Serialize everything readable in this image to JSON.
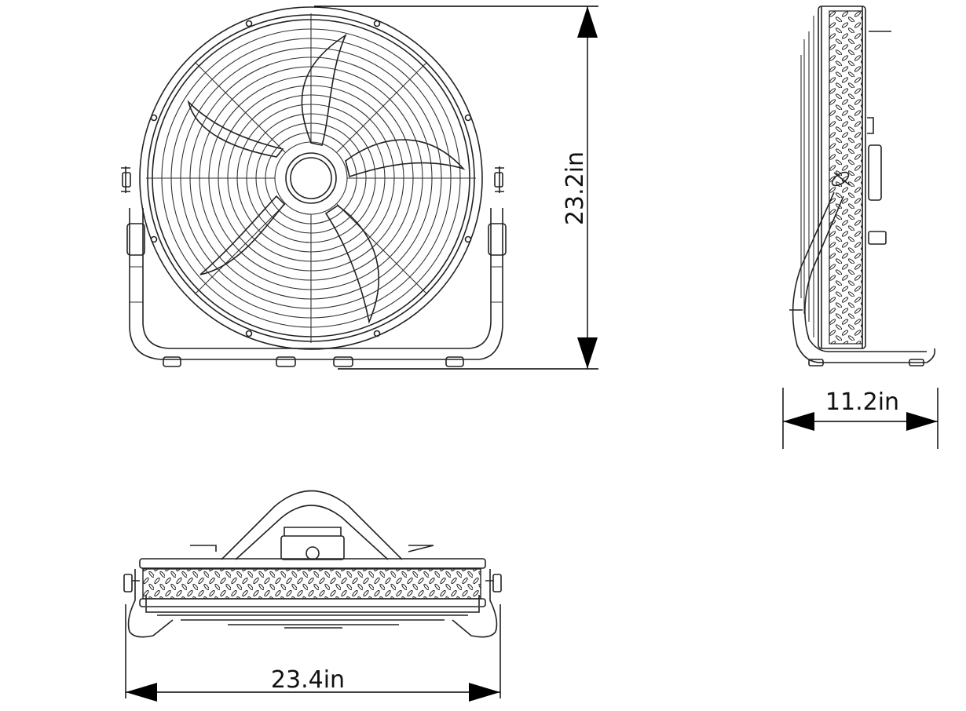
{
  "dimensions": {
    "height_label": "23.2in",
    "depth_label": "11.2in",
    "width_label": "23.4in"
  },
  "views": [
    "front",
    "side",
    "top"
  ],
  "fan": {
    "blade_count": 5
  }
}
